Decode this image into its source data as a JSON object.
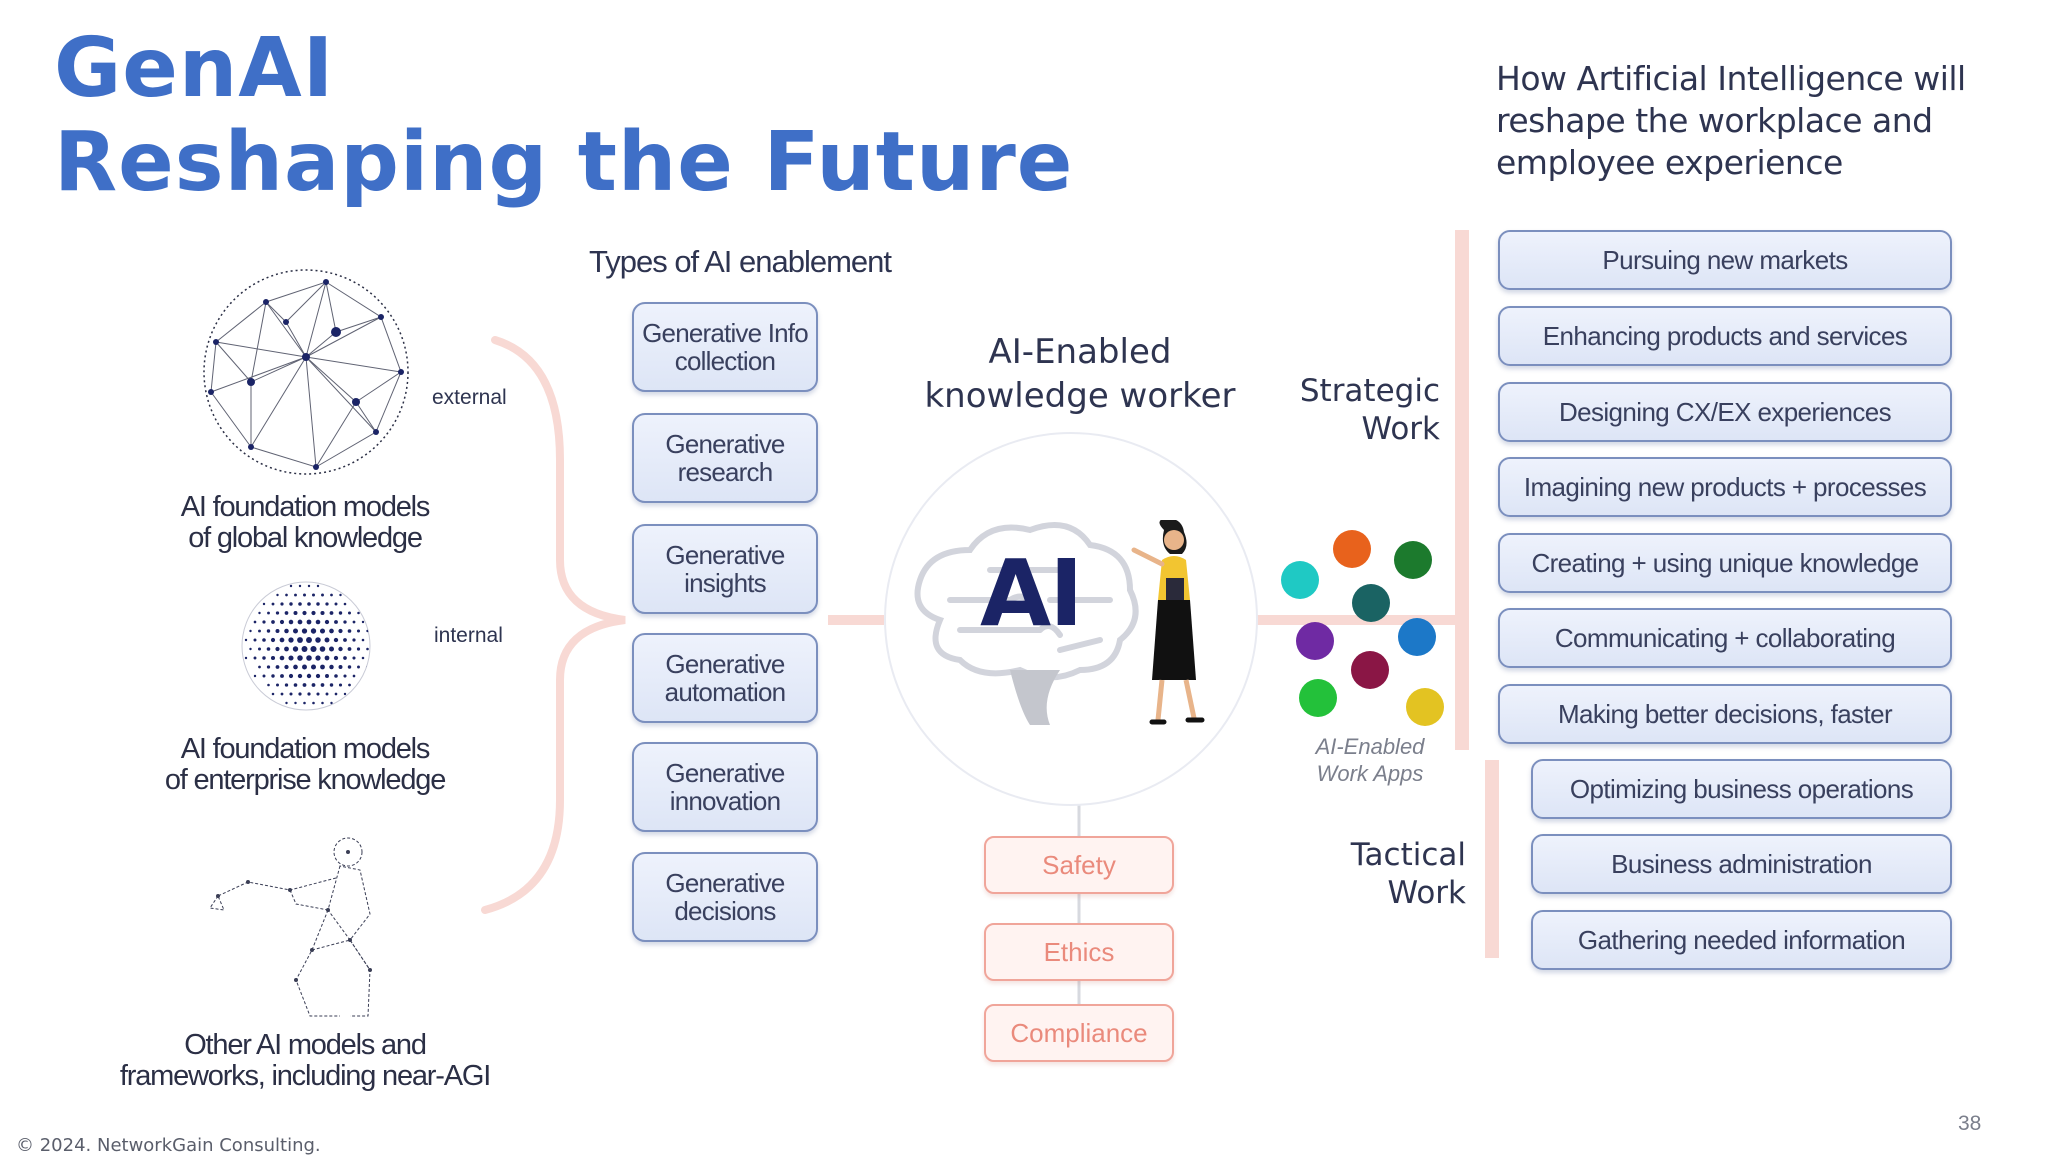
{
  "title": {
    "line1": "GenAI",
    "line2": "Reshaping the Future"
  },
  "subtitle": "How Artificial Intelligence will reshape the workplace and employee experience",
  "sources": {
    "external_tag": "external",
    "internal_tag": "internal",
    "items": [
      {
        "label_line1": "AI foundation models",
        "label_line2": "of global knowledge",
        "icon": "wireframe-globe-icon"
      },
      {
        "label_line1": "AI foundation models",
        "label_line2": "of enterprise knowledge",
        "icon": "dotted-sphere-icon"
      },
      {
        "label_line1": "Other AI models and",
        "label_line2": "frameworks, including near-AGI",
        "icon": "wireframe-figure-icon"
      }
    ]
  },
  "types_heading": "Types of AI enablement",
  "types": [
    {
      "line1": "Generative Info",
      "line2": "collection"
    },
    {
      "line1": "Generative",
      "line2": "research"
    },
    {
      "line1": "Generative",
      "line2": "insights"
    },
    {
      "line1": "Generative",
      "line2": "automation"
    },
    {
      "line1": "Generative",
      "line2": "innovation"
    },
    {
      "line1": "Generative",
      "line2": "decisions"
    }
  ],
  "center": {
    "heading_line1": "AI-Enabled",
    "heading_line2": "knowledge worker",
    "ai_label": "AI",
    "icons": [
      "brain-icon",
      "woman-presenter-icon"
    ]
  },
  "governance": [
    "Safety",
    "Ethics",
    "Compliance"
  ],
  "apps": {
    "label_line1": "AI-Enabled",
    "label_line2": "Work Apps",
    "dot_colors": [
      "#1fc9c4",
      "#e8621c",
      "#1c7a2d",
      "#1a6363",
      "#6f2aa3",
      "#1c78c8",
      "#8a1645",
      "#23c13a",
      "#e3c322"
    ]
  },
  "strategic": {
    "label_line1": "Strategic",
    "label_line2": "Work",
    "items": [
      "Pursuing new markets",
      "Enhancing products and services",
      "Designing CX/EX experiences",
      "Imagining new products + processes",
      "Creating + using unique knowledge",
      "Communicating + collaborating",
      "Making better decisions, faster"
    ]
  },
  "tactical": {
    "label_line1": "Tactical",
    "label_line2": "Work",
    "items": [
      "Optimizing business operations",
      "Business administration",
      "Gathering needed information"
    ]
  },
  "colors": {
    "title_blue": "#3f6fc7",
    "box_border": "#7b8fbe",
    "governance_pink": "#ea8a7c",
    "connector_pink": "#f8d9d4"
  },
  "footer": "© 2024. NetworkGain Consulting.",
  "page_number": "38"
}
